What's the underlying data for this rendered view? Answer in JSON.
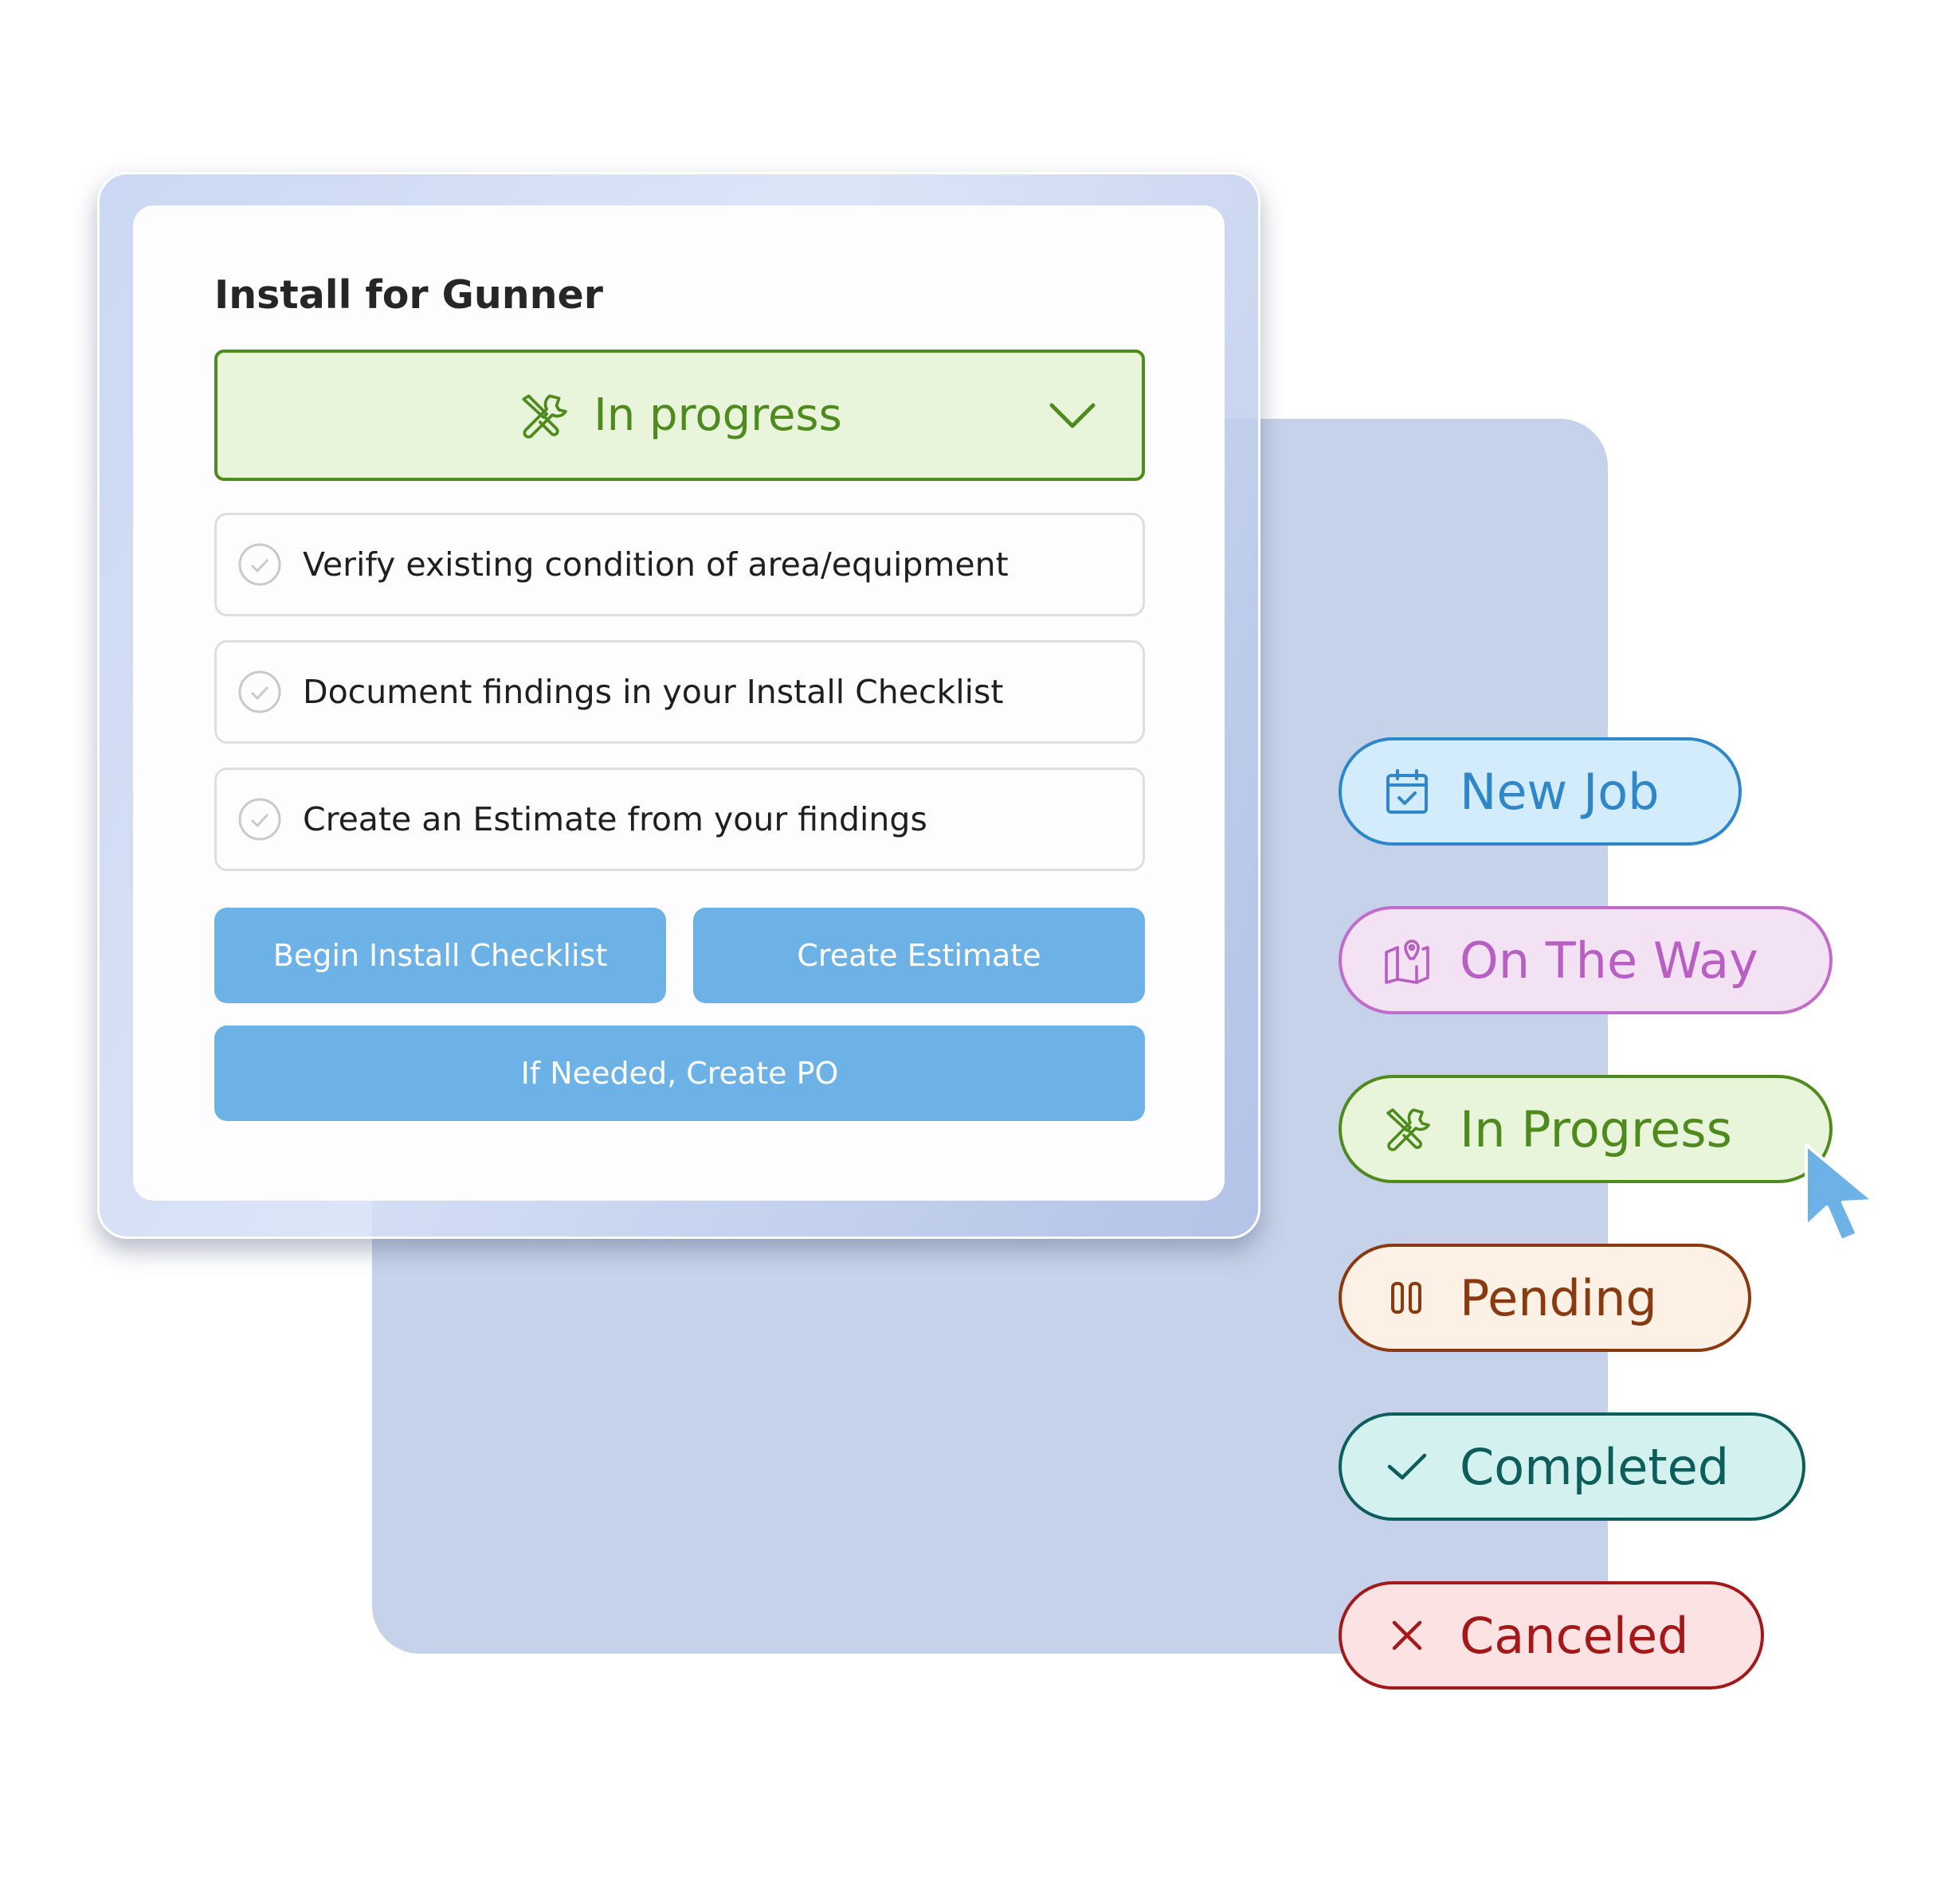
{
  "card": {
    "title": "Install for Gunner",
    "status_selected": "In progress",
    "tasks": [
      "Verify existing condition of area/equipment",
      "Document findings in your Install Checklist",
      "Create an Estimate from your findings"
    ],
    "buttons": {
      "begin_checklist": "Begin Install Checklist",
      "create_estimate": "Create Estimate",
      "create_po": "If Needed, Create PO"
    }
  },
  "status_options": [
    {
      "label": "New Job",
      "icon": "calendar-check-icon",
      "text_color": "#2f86c8",
      "bg": "#d3ecfb",
      "border": "#2f86c8"
    },
    {
      "label": "On The Way",
      "icon": "map-pin-icon",
      "text_color": "#b85fc2",
      "bg": "#f3e1f4",
      "border": "#c06cc9"
    },
    {
      "label": "In Progress",
      "icon": "tools-icon",
      "text_color": "#4f8a1e",
      "bg": "#e8f5da",
      "border": "#4f8a1e"
    },
    {
      "label": "Pending",
      "icon": "pause-icon",
      "text_color": "#8a3a10",
      "bg": "#fdf0e4",
      "border": "#8a3a10"
    },
    {
      "label": "Completed",
      "icon": "check-icon",
      "text_color": "#0d5e5a",
      "bg": "#d3f1ef",
      "border": "#0d5e5a"
    },
    {
      "label": "Canceled",
      "icon": "x-icon",
      "text_color": "#a31919",
      "bg": "#fde2e4",
      "border": "#a31919"
    }
  ],
  "colors": {
    "accent_green": "#4f8a1e",
    "button_blue": "#6cb2e6",
    "cursor_blue": "#6cb2e6"
  }
}
